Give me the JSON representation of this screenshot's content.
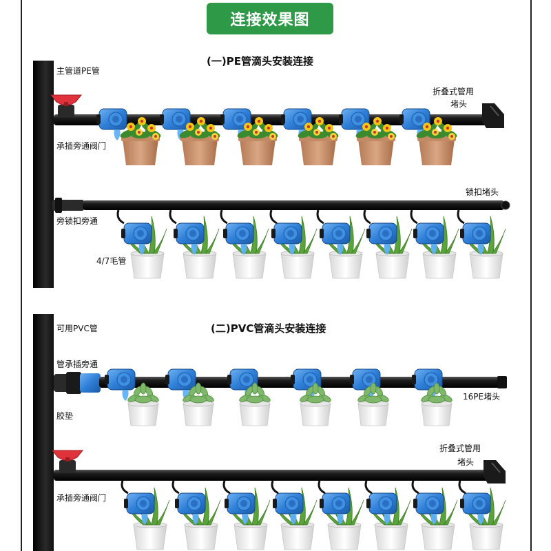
{
  "title": "连接效果图",
  "section1": {
    "heading": "(一)PE管滴头安装连接",
    "labels": {
      "main_pipe": "主管道PE管",
      "folding_cap_line1": "折叠式管用",
      "folding_cap_line2": "堵头",
      "bypass_valve": "承插旁通阀门",
      "lock_cap": "锁扣堵头",
      "lock_bypass": "旁锁扣旁通",
      "capillary": "4/7毛管"
    }
  },
  "section2": {
    "heading": "(二)PVC管滴头安装连接",
    "labels": {
      "pvc_ok": "可用PVC管",
      "socket_bypass": "管承插旁通",
      "gasket": "胶垫",
      "pe16_cap": "16PE堵头",
      "folding_cap_line1": "折叠式管用",
      "folding_cap_line2": "堵头",
      "bypass_valve": "承插旁通阀门"
    }
  },
  "colors": {
    "banner_green": "#2e9a47",
    "pipe_black": "#1b1b1b",
    "dripper_blue": "#2f7fd8",
    "valve_red": "#e0323a",
    "pot_terracotta": "#c98f6a",
    "pot_white": "#f2f2f2",
    "leaf_green": "#5aa33a",
    "flower_yellow": "#f5c518"
  },
  "icons": [
    "dripper-icon",
    "valve-icon",
    "end-cap-icon",
    "flower-pot-icon",
    "snake-plant-pot-icon",
    "succulent-pot-icon"
  ]
}
